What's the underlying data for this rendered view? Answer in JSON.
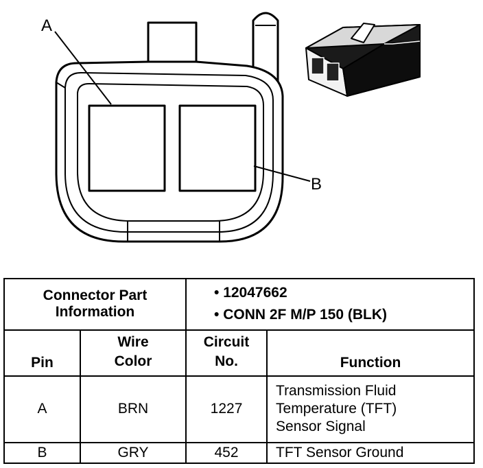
{
  "diagram": {
    "pin_label_a": "A",
    "pin_label_b": "B"
  },
  "table": {
    "part_info_label": "Connector Part Information",
    "part_info_items": [
      "12047662",
      "CONN 2F M/P 150 (BLK)"
    ],
    "columns": {
      "pin": "Pin",
      "wire_color": "Wire Color",
      "circuit_no": "Circuit No.",
      "function": "Function"
    },
    "rows": [
      {
        "pin": "A",
        "wire_color": "BRN",
        "circuit": "1227",
        "function_lines": [
          "Transmission Fluid",
          "Temperature (TFT)",
          "Sensor Signal"
        ]
      },
      {
        "pin": "B",
        "wire_color": "GRY",
        "circuit": "452",
        "function_lines": [
          "TFT Sensor Ground"
        ]
      }
    ]
  }
}
